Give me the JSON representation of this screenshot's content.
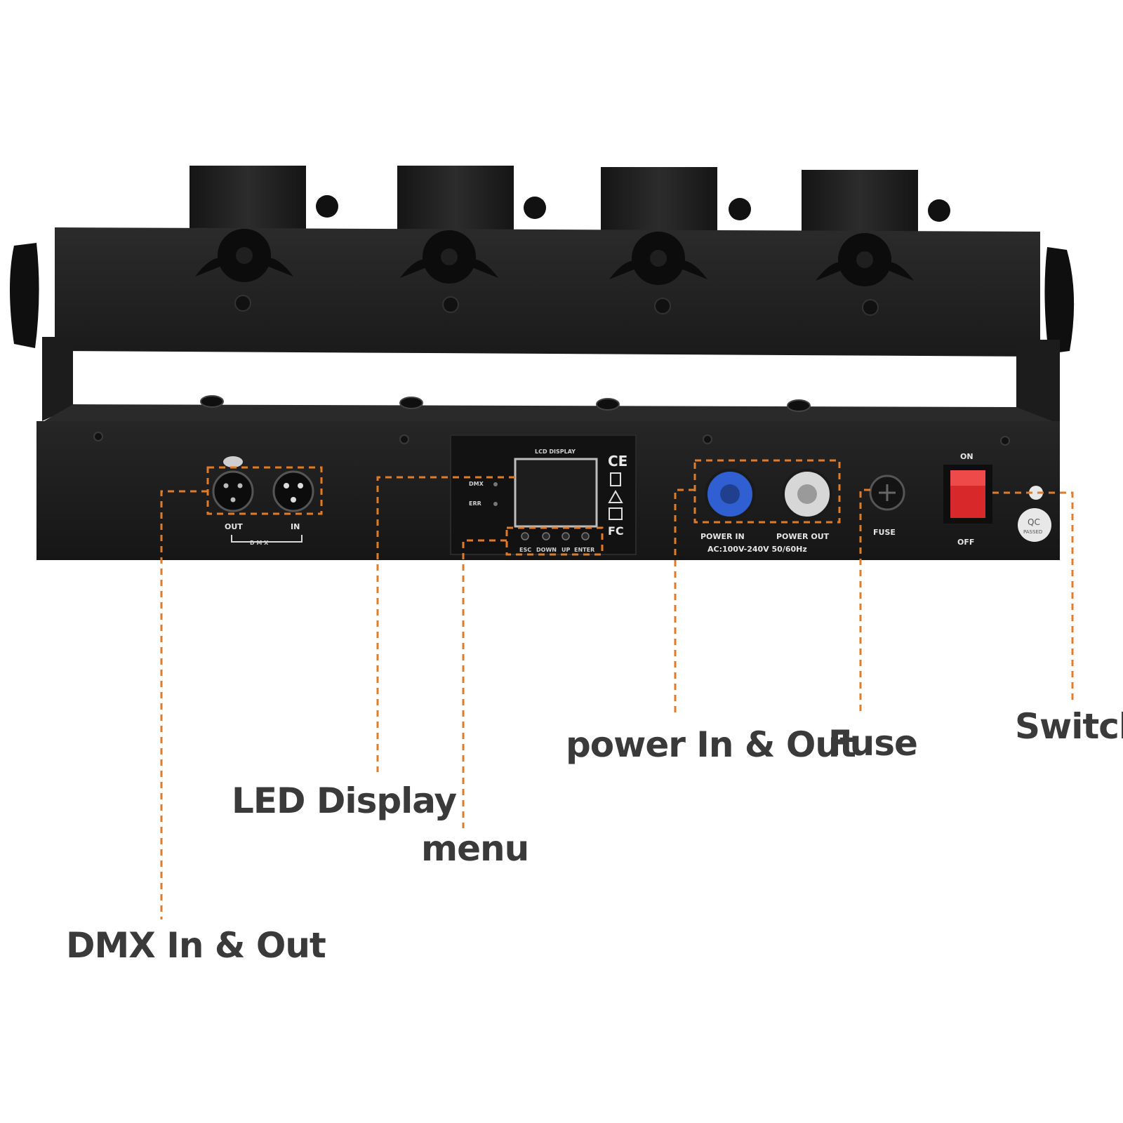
{
  "product_panel": {
    "lcd_header": "LCD DISPLAY",
    "indicator_dmx": "DMX",
    "indicator_err": "ERR",
    "menu_buttons": [
      "ESC",
      "DOWN",
      "UP",
      "ENTER"
    ],
    "dmx_out": "OUT",
    "dmx_in": "IN",
    "dmx_group": "D M X",
    "power_in": "POWER IN",
    "power_out": "POWER OUT",
    "voltage": "AC:100V-240V  50/60Hz",
    "fuse": "FUSE",
    "switch_on": "ON",
    "switch_off": "OFF",
    "qc_label": "QC",
    "qc_sub": "PASSED",
    "ce_mark": "CE",
    "fc_mark": "FC"
  },
  "callouts": {
    "dmx": "DMX In & Out",
    "led_display": "LED Display",
    "menu": "menu",
    "power": "power In & Out",
    "fuse": "Fuse",
    "switch": "Switch"
  },
  "colors": {
    "leader": "#e07b2a",
    "body": "#1e1e1e",
    "power_in_connector": "#2f5fd0",
    "switch_red": "#d8282a"
  }
}
